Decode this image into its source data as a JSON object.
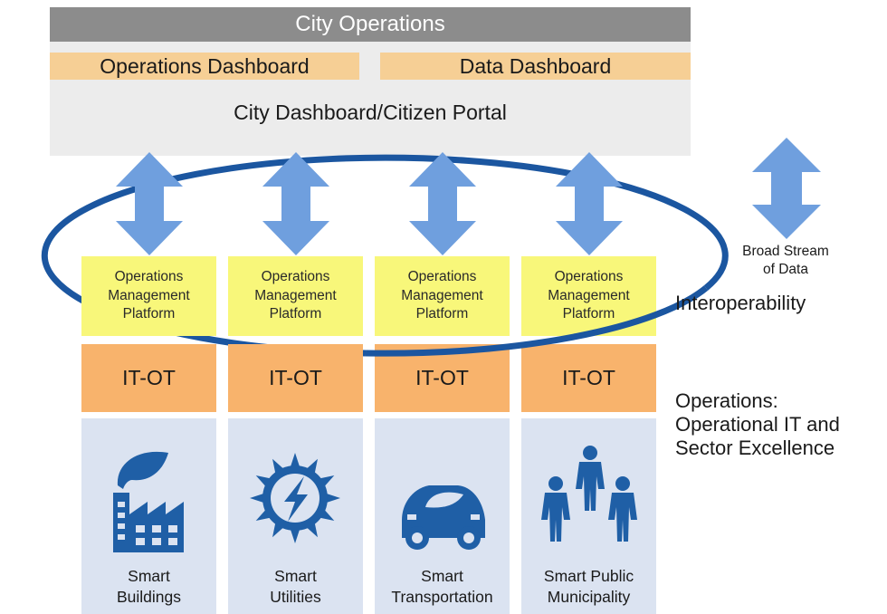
{
  "header": {
    "title": "City Operations"
  },
  "dashboards": {
    "operations": "Operations Dashboard",
    "data": "Data Dashboard"
  },
  "portal": {
    "label": "City Dashboard/Citizen Portal"
  },
  "platform": {
    "line1": "Operations",
    "line2": "Management",
    "line3": "Platform"
  },
  "itot": {
    "label": "IT-OT"
  },
  "sectors": [
    {
      "line1": "Smart",
      "line2": "Buildings",
      "icon": "factory-leaf-icon"
    },
    {
      "line1": "Smart",
      "line2": "Utilities",
      "icon": "sun-lightning-icon"
    },
    {
      "line1": "Smart",
      "line2": "Transportation",
      "icon": "car-leaf-icon"
    },
    {
      "line1": "Smart Public",
      "line2": "Municipality",
      "icon": "people-icon"
    }
  ],
  "side": {
    "broad_line1": "Broad Stream",
    "broad_line2": "of Data",
    "interoperability": "Interoperability",
    "ops_line1": "Operations:",
    "ops_line2": "Operational IT and",
    "ops_line3": "Sector Excellence"
  },
  "colors": {
    "top_bar": "#8c8c8c",
    "dashboard": "#f6cf95",
    "portal": "#ececec",
    "platform": "#f8f77a",
    "itot": "#f8b36c",
    "sector": "#dbe3f1",
    "icon": "#1f5fa6",
    "arrow": "#6f9fde",
    "ring": "#1b56a0"
  }
}
